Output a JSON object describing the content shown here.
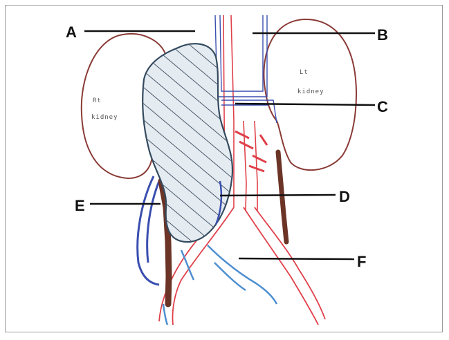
{
  "figure": {
    "callouts": [
      "A",
      "B",
      "C",
      "D",
      "E",
      "F"
    ],
    "organ_labels": {
      "right_kidney": [
        "Rt",
        "kidney"
      ],
      "left_kidney": [
        "Lt",
        "kidney"
      ]
    }
  },
  "colors": {
    "artery": "#e0404a",
    "vein": "#3a4fb0",
    "ureter": "#6b3426",
    "kidney_outline": "#8a3a36",
    "tumor_fill": "#e4ebf1",
    "tumor_outline": "#334a5e",
    "hatch": "#4a5a6a",
    "light_vein": "#4d8ed0"
  }
}
